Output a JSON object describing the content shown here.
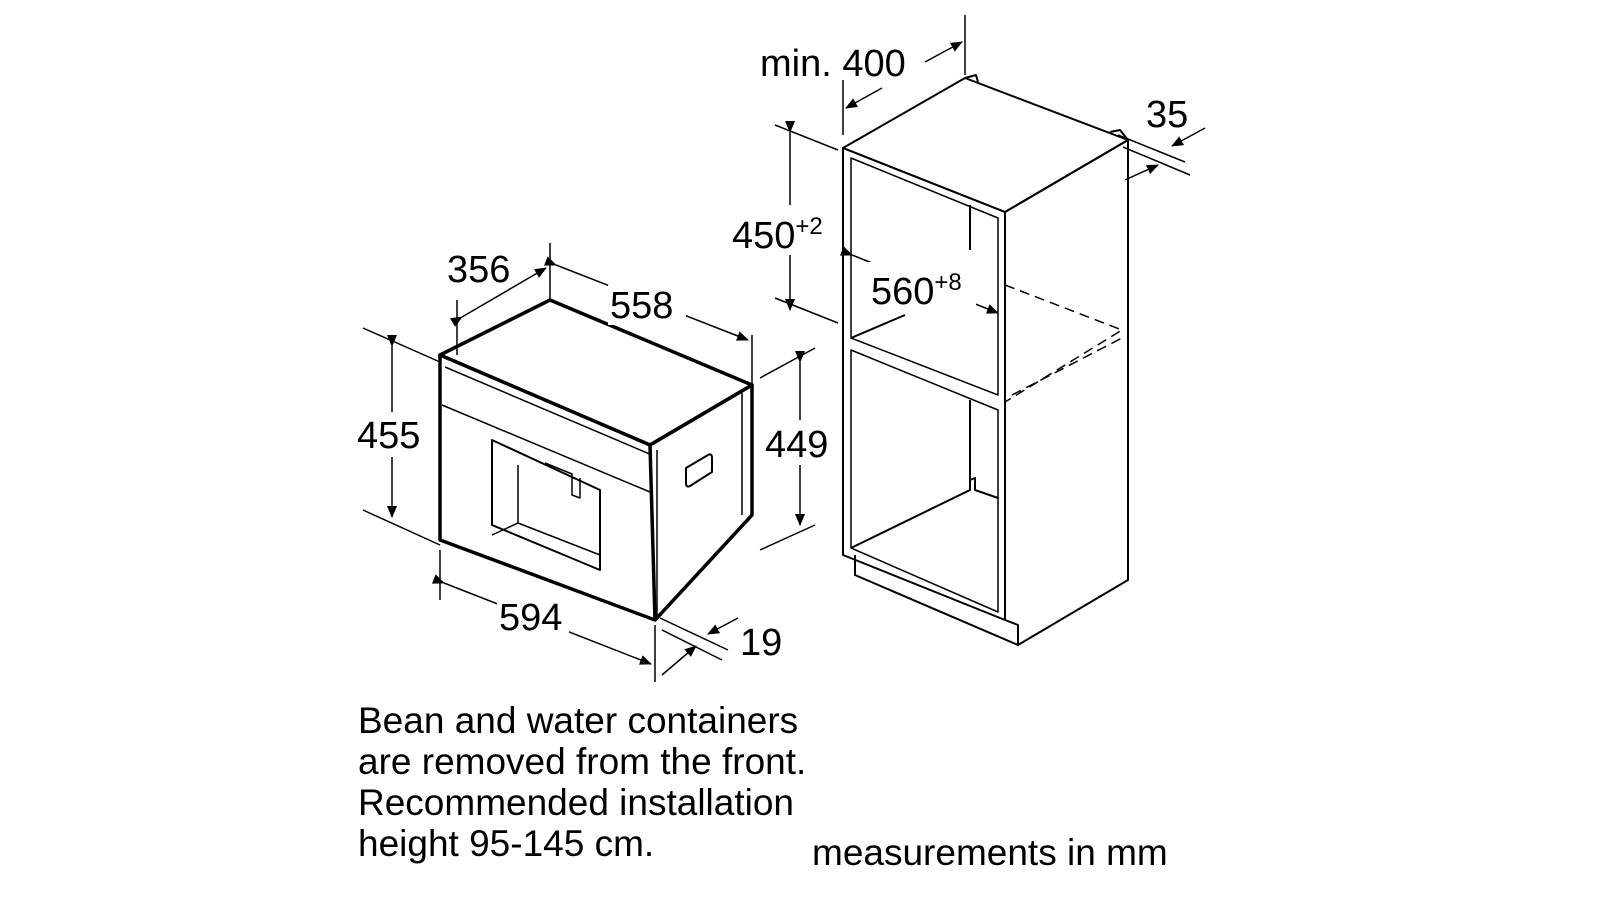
{
  "title": "Installation dimensions",
  "dimensions": {
    "appliance_depth_top": "356",
    "appliance_depth": "558",
    "appliance_height_front": "455",
    "appliance_height_body": "449",
    "appliance_width": "594",
    "front_panel": "19",
    "niche_depth": "min. 400",
    "niche_height": "450",
    "niche_height_tol": "+2",
    "niche_width": "560",
    "niche_width_tol": "+8",
    "panel_thickness": "35"
  },
  "note_lines": [
    "Bean and water containers",
    "are removed from the front.",
    "Recommended installation",
    "height 95-145 cm."
  ],
  "units_label": "measurements in mm",
  "colors": {
    "line": "#000000",
    "background": "#ffffff"
  }
}
